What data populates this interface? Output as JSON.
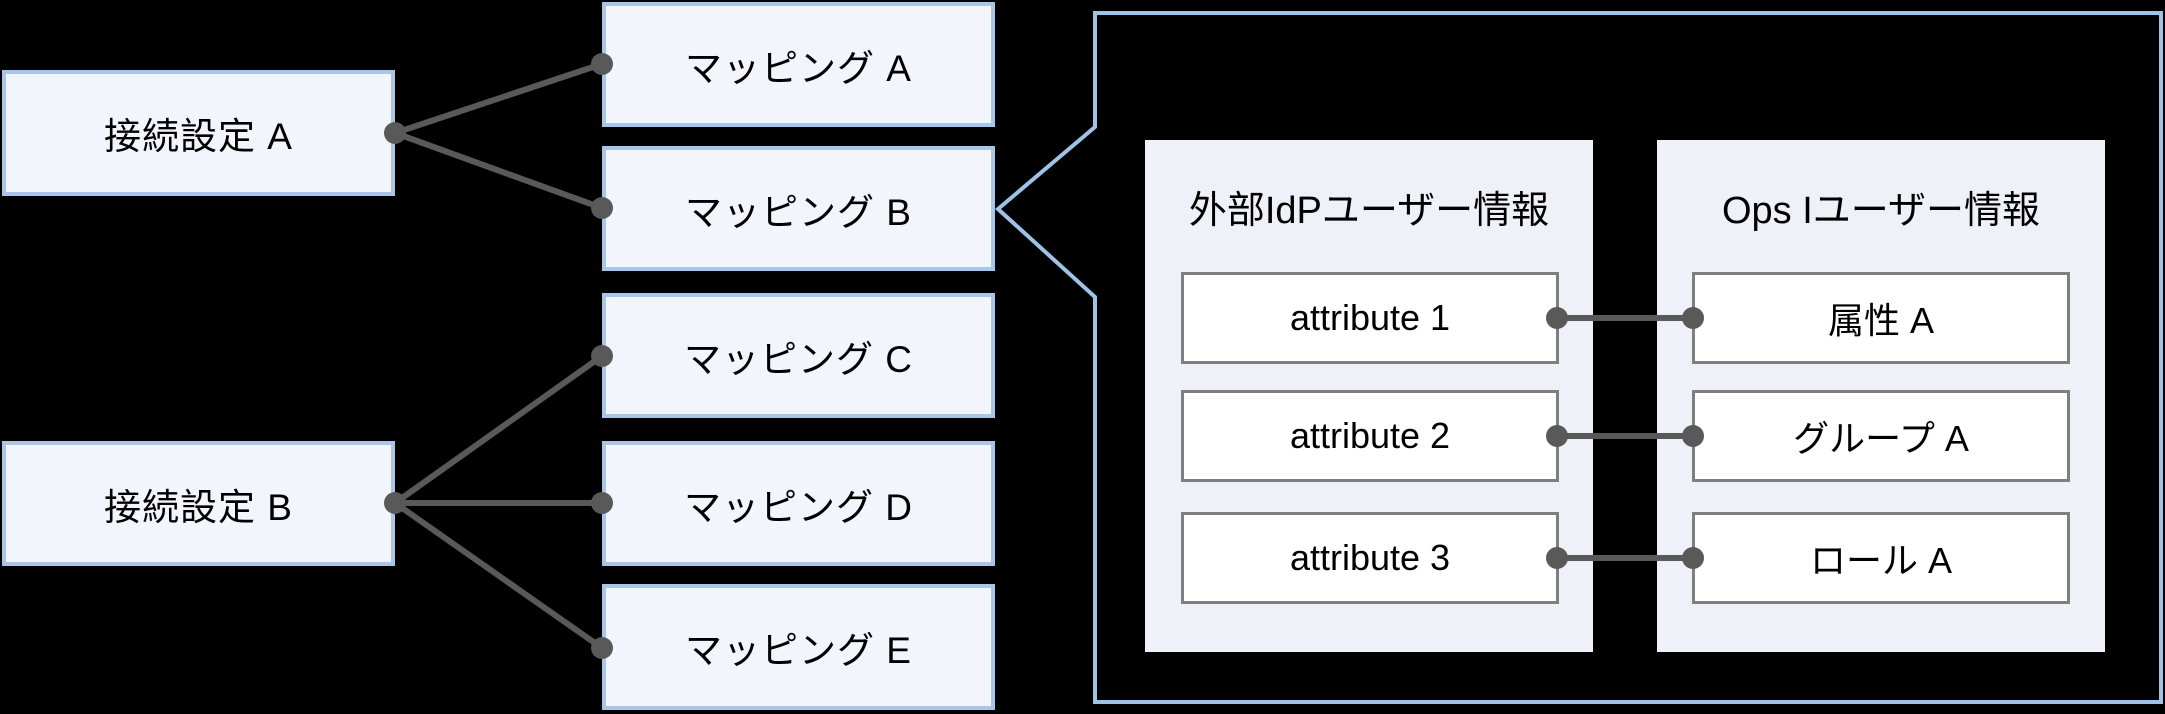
{
  "connections": [
    {
      "label": "接続設定 A"
    },
    {
      "label": "接続設定 B"
    }
  ],
  "mappings": [
    {
      "label": "マッピング A"
    },
    {
      "label": "マッピング B"
    },
    {
      "label": "マッピング C"
    },
    {
      "label": "マッピング D"
    },
    {
      "label": "マッピング E"
    }
  ],
  "detail": {
    "idp_panel": {
      "title": "外部IdPユーザー情報",
      "items": [
        "attribute 1",
        "attribute 2",
        "attribute 3"
      ]
    },
    "opsi_panel": {
      "title": "Ops Iユーザー情報",
      "items": [
        "属性 A",
        "グループ A",
        "ロール A"
      ]
    }
  },
  "links": {
    "connection_a_to": [
      "マッピング A",
      "マッピング B"
    ],
    "connection_b_to": [
      "マッピング C",
      "マッピング D",
      "マッピング E"
    ],
    "attribute_pairs": [
      [
        "attribute 1",
        "属性 A"
      ],
      [
        "attribute 2",
        "グループ A"
      ],
      [
        "attribute 3",
        "ロール A"
      ]
    ],
    "callout_from": "マッピング B"
  },
  "colors": {
    "background": "#000000",
    "box_fill": "#f2f5fb",
    "box_border": "#a9c6e8",
    "panel_fill": "#eef2f8",
    "item_fill": "#ffffff",
    "item_border": "#7f7f7f",
    "connector_gray": "#595959",
    "bracket_blue": "#9dc3e6",
    "text": "#000000"
  }
}
